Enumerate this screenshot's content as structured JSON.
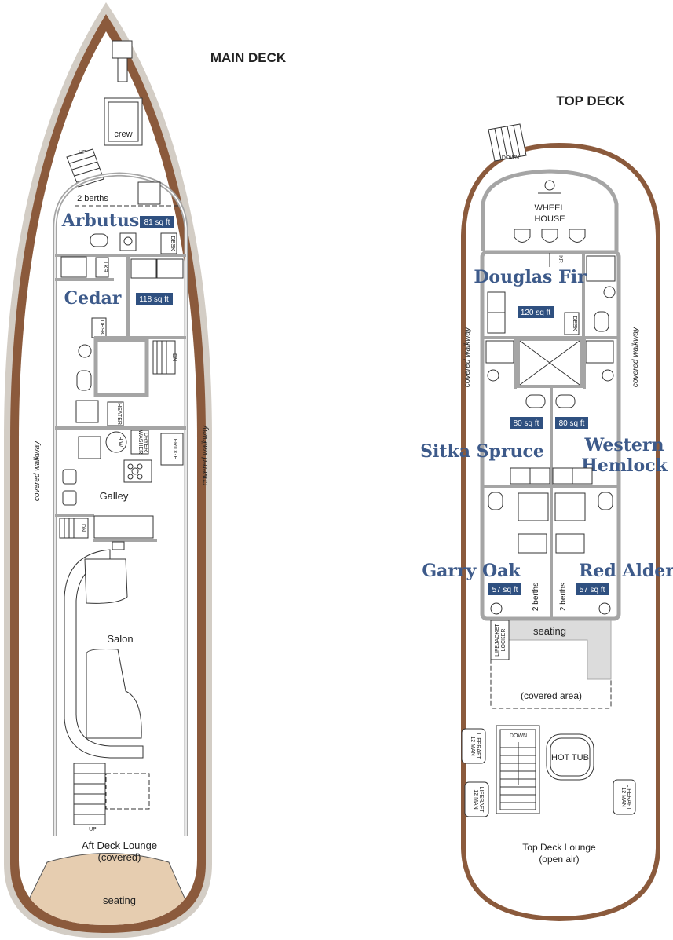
{
  "main_deck": {
    "title": "MAIN DECK",
    "crew": "crew",
    "up_forward": "UP",
    "berths": "2 berths",
    "arbutus": {
      "name": "Arbutus",
      "area": "81 sq ft"
    },
    "cedar": {
      "name": "Cedar",
      "area": "118 sq ft"
    },
    "lkr": "LKR",
    "desk": "DESK",
    "heater": "HEATER",
    "hw": "H.W.",
    "washer": "WASHER",
    "dryer": "DRYER",
    "fridge": "FRIDGE",
    "galley": "Galley",
    "dn": "DN",
    "walkway": "covered walkway",
    "salon": "Salon",
    "up_aft": "UP",
    "lounge": "Aft Deck Lounge",
    "lounge_note": "(covered)",
    "seating": "seating"
  },
  "top_deck": {
    "title": "TOP DECK",
    "down_forward": "DOWN",
    "wheelhouse_1": "WHEEL",
    "wheelhouse_2": "HOUSE",
    "kr": "KR",
    "desk": "DESK",
    "douglas_fir": {
      "name": "Douglas Fir",
      "area": "120 sq ft"
    },
    "walkway": "covered walkway",
    "sitka_spruce": {
      "name": "Sitka Spruce",
      "area": "80 sq ft"
    },
    "western_hemlock": {
      "name_1": "Western",
      "name_2": "Hemlock",
      "area": "80 sq ft"
    },
    "garry_oak": {
      "name": "Garry Oak",
      "area": "57 sq ft"
    },
    "red_alder": {
      "name": "Red Alder",
      "area": "57 sq ft"
    },
    "berths": "2 berths",
    "seating": "seating",
    "lifejacket_1": "LIFEJACKET",
    "lifejacket_2": "LOCKER",
    "covered_area": "(covered area)",
    "down_aft": "DOWN",
    "hot_tub": "HOT TUB",
    "liferaft_1": "12 MAN",
    "liferaft_2": "LIFERAFT",
    "lounge": "Top Deck Lounge",
    "lounge_note": "(open air)"
  },
  "colors": {
    "hull_brown": "#8b5a3c",
    "hull_outer": "#d3cdc5",
    "room_label": "#3d5a8a",
    "badge": "#2f5080",
    "stern_seating": "#e6cdb0"
  }
}
